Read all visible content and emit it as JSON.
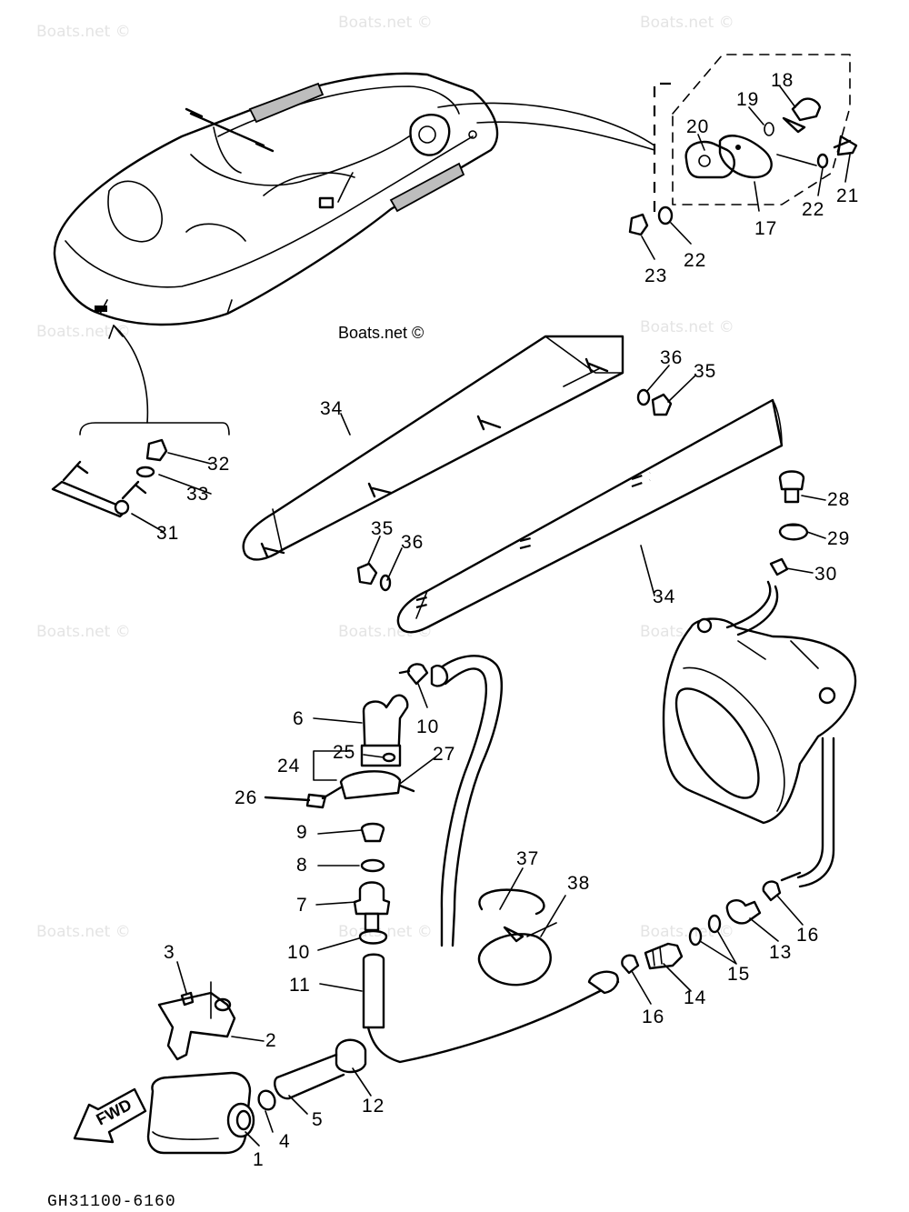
{
  "code": "GH31100-6160",
  "credit": "Boats.net ©",
  "watermark": "Boats.net ©",
  "fwd": "FWD",
  "parts": {
    "p1": "1",
    "p2": "2",
    "p3": "3",
    "p4": "4",
    "p5": "5",
    "p6": "6",
    "p7": "7",
    "p8": "8",
    "p9": "9",
    "p10a": "10",
    "p10b": "10",
    "p11": "11",
    "p12": "12",
    "p13": "13",
    "p14": "14",
    "p15": "15",
    "p16a": "16",
    "p16b": "16",
    "p17": "17",
    "p18": "18",
    "p19": "19",
    "p20": "20",
    "p21": "21",
    "p22a": "22",
    "p22b": "22",
    "p23": "23",
    "p24": "24",
    "p25": "25",
    "p26": "26",
    "p27": "27",
    "p28": "28",
    "p29": "29",
    "p30": "30",
    "p31": "31",
    "p32": "32",
    "p33": "33",
    "p34a": "34",
    "p34b": "34",
    "p35a": "35",
    "p35b": "35",
    "p36a": "36",
    "p36b": "36",
    "p37": "37",
    "p38": "38"
  }
}
